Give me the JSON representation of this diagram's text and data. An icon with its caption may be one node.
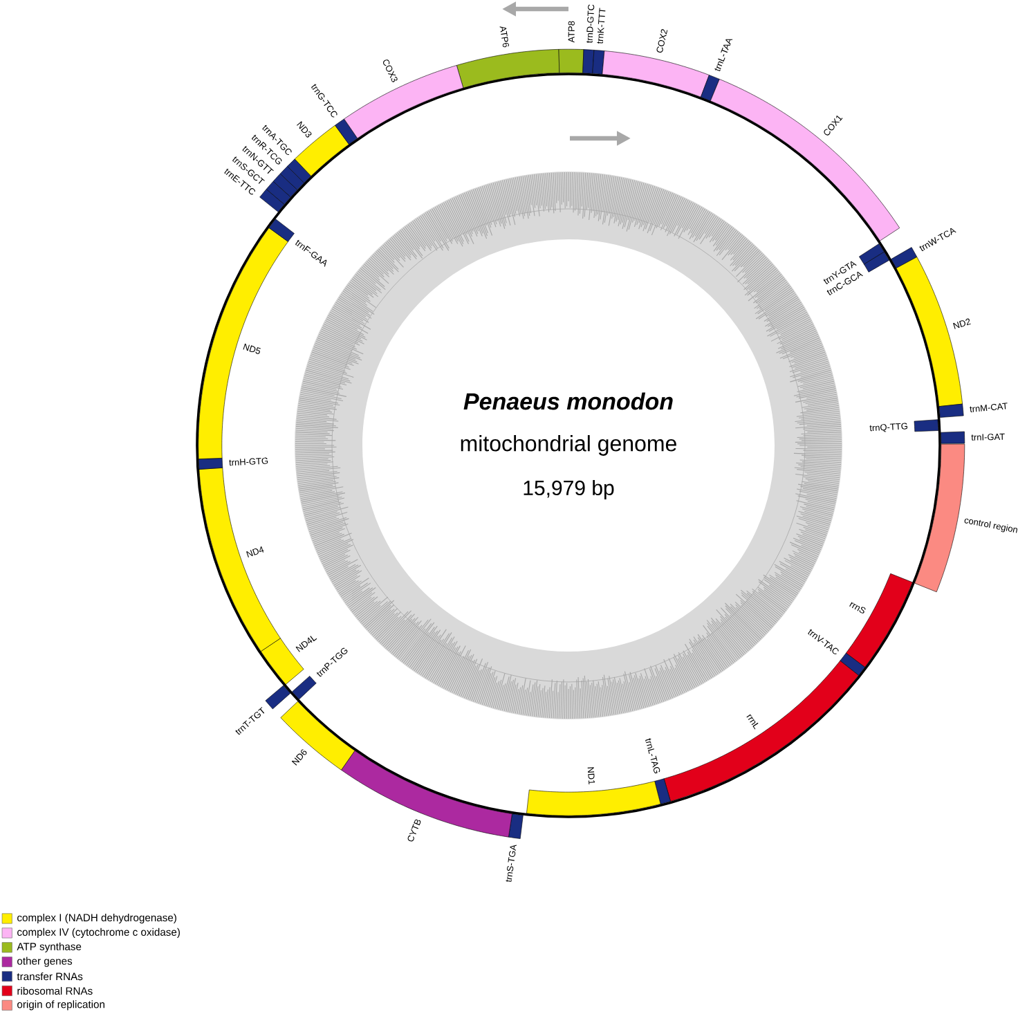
{
  "diagram": {
    "nodes": [
      {
        "text": [
          "ATP6"
        ]
      },
      {
        "text": [
          "ATP8"
        ]
      },
      {
        "text": [
          "trnD-GTC"
        ]
      },
      {
        "text": [
          "trnK-TTT"
        ]
      },
      {
        "text": [
          "COX2"
        ]
      },
      {
        "text": [
          "trnL-TAA"
        ]
      },
      {
        "text": [
          "COX1"
        ]
      },
      {
        "text": [
          "trnY-GTA"
        ]
      },
      {
        "text": [
          "trnC-GCA"
        ]
      },
      {
        "text": [
          "trnW-TCA"
        ]
      },
      {
        "text": [
          "ND2"
        ]
      },
      {
        "text": [
          "trnM-CAT"
        ]
      },
      {
        "text": [
          "trnQ-TTG"
        ]
      },
      {
        "text": [
          "trnI-GAT"
        ]
      },
      {
        "text": [
          "control region"
        ]
      },
      {
        "text": [
          "rrnS"
        ]
      },
      {
        "text": [
          "trnV-TAC"
        ]
      },
      {
        "text": [
          "rrnL"
        ]
      },
      {
        "text": [
          "trnL-TAG"
        ]
      },
      {
        "text": [
          "ND1"
        ]
      },
      {
        "text": [
          "trnS-TGA"
        ]
      },
      {
        "text": [
          "CYTB"
        ]
      },
      {
        "text": [
          "ND6"
        ]
      },
      {
        "text": [
          "trnP-TGG"
        ]
      },
      {
        "text": [
          "trnT-TGT"
        ]
      },
      {
        "text": [
          "ND4L"
        ]
      },
      {
        "text": [
          "ND4"
        ]
      },
      {
        "text": [
          "trnH-GTG"
        ]
      },
      {
        "text": [
          "ND5"
        ]
      },
      {
        "text": [
          "trnF-GAA"
        ]
      },
      {
        "text": [
          "trnE-TTC"
        ]
      },
      {
        "text": [
          "trnS-GCT"
        ]
      },
      {
        "text": [
          "trnN-GTT"
        ]
      },
      {
        "text": [
          "trnR-TCG"
        ]
      },
      {
        "text": [
          "trnA-TGC"
        ]
      },
      {
        "text": [
          "ND3"
        ]
      },
      {
        "text": [
          "trnG-TCC"
        ]
      },
      {
        "text": [
          "COX3"
        ]
      }
    ],
    "labels": [
      "Penaeus monodon",
      "mitochondrial genome",
      "15,979 bp"
    ],
    "legend": [
      {
        "text": "complex I (NADH dehydrogenase)",
        "color": "#ffee00"
      },
      {
        "text": "complex IV (cytochrome c oxidase)",
        "color": "#fcb4f4"
      },
      {
        "text": "ATP synthase",
        "color": "#9bbb1e"
      },
      {
        "text": "other genes",
        "color": "#ac29a0"
      },
      {
        "text": "transfer RNAs",
        "color": "#192d82"
      },
      {
        "text": "ribosomal RNAs",
        "color": "#e2001a"
      },
      {
        "text": "origin of replication",
        "color": "#fb8a82"
      }
    ]
  }
}
